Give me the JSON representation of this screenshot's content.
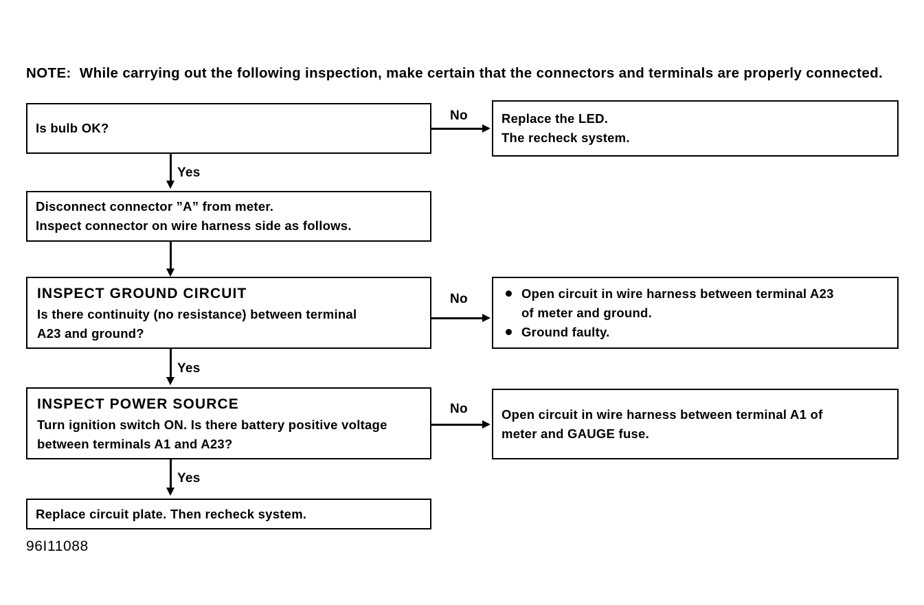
{
  "note": {
    "label": "NOTE:",
    "text": "While carrying out the following inspection, make certain that the connectors and terminals are properly connected."
  },
  "flowchart": {
    "boxes": {
      "bulb_check": {
        "line1": "Is bulb OK?"
      },
      "replace_led": {
        "line1": "Replace the LED.",
        "line2": "The recheck system."
      },
      "disconnect_connector": {
        "line1": "Disconnect connector ”A” from meter.",
        "line2": "Inspect connector on wire harness side as follows."
      },
      "inspect_ground_circuit": {
        "heading": "INSPECT GROUND CIRCUIT",
        "line1": "Is there continuity (no resistance) between terminal",
        "line2": "A23 and ground?"
      },
      "ground_faults": {
        "bullet1": "Open circuit in wire harness between terminal A23 of meter and ground.",
        "bullet1_line1": "Open circuit in wire harness between terminal A23",
        "bullet1_line2": "of meter and ground.",
        "bullet2": "Ground faulty."
      },
      "inspect_power_source": {
        "heading": "INSPECT POWER SOURCE",
        "line1": "Turn ignition switch ON. Is there battery positive voltage",
        "line2": "between terminals A1 and A23?"
      },
      "power_fault": {
        "line1": "Open circuit in wire harness between terminal A1 of",
        "line2": "meter and GAUGE fuse."
      },
      "replace_circuit_plate": {
        "line1": "Replace circuit plate. Then recheck system."
      }
    },
    "edges": {
      "bulb_no": "No",
      "bulb_yes": "Yes",
      "ground_no": "No",
      "ground_yes": "Yes",
      "power_no": "No",
      "power_yes": "Yes"
    }
  },
  "figure_id": "96I11088"
}
